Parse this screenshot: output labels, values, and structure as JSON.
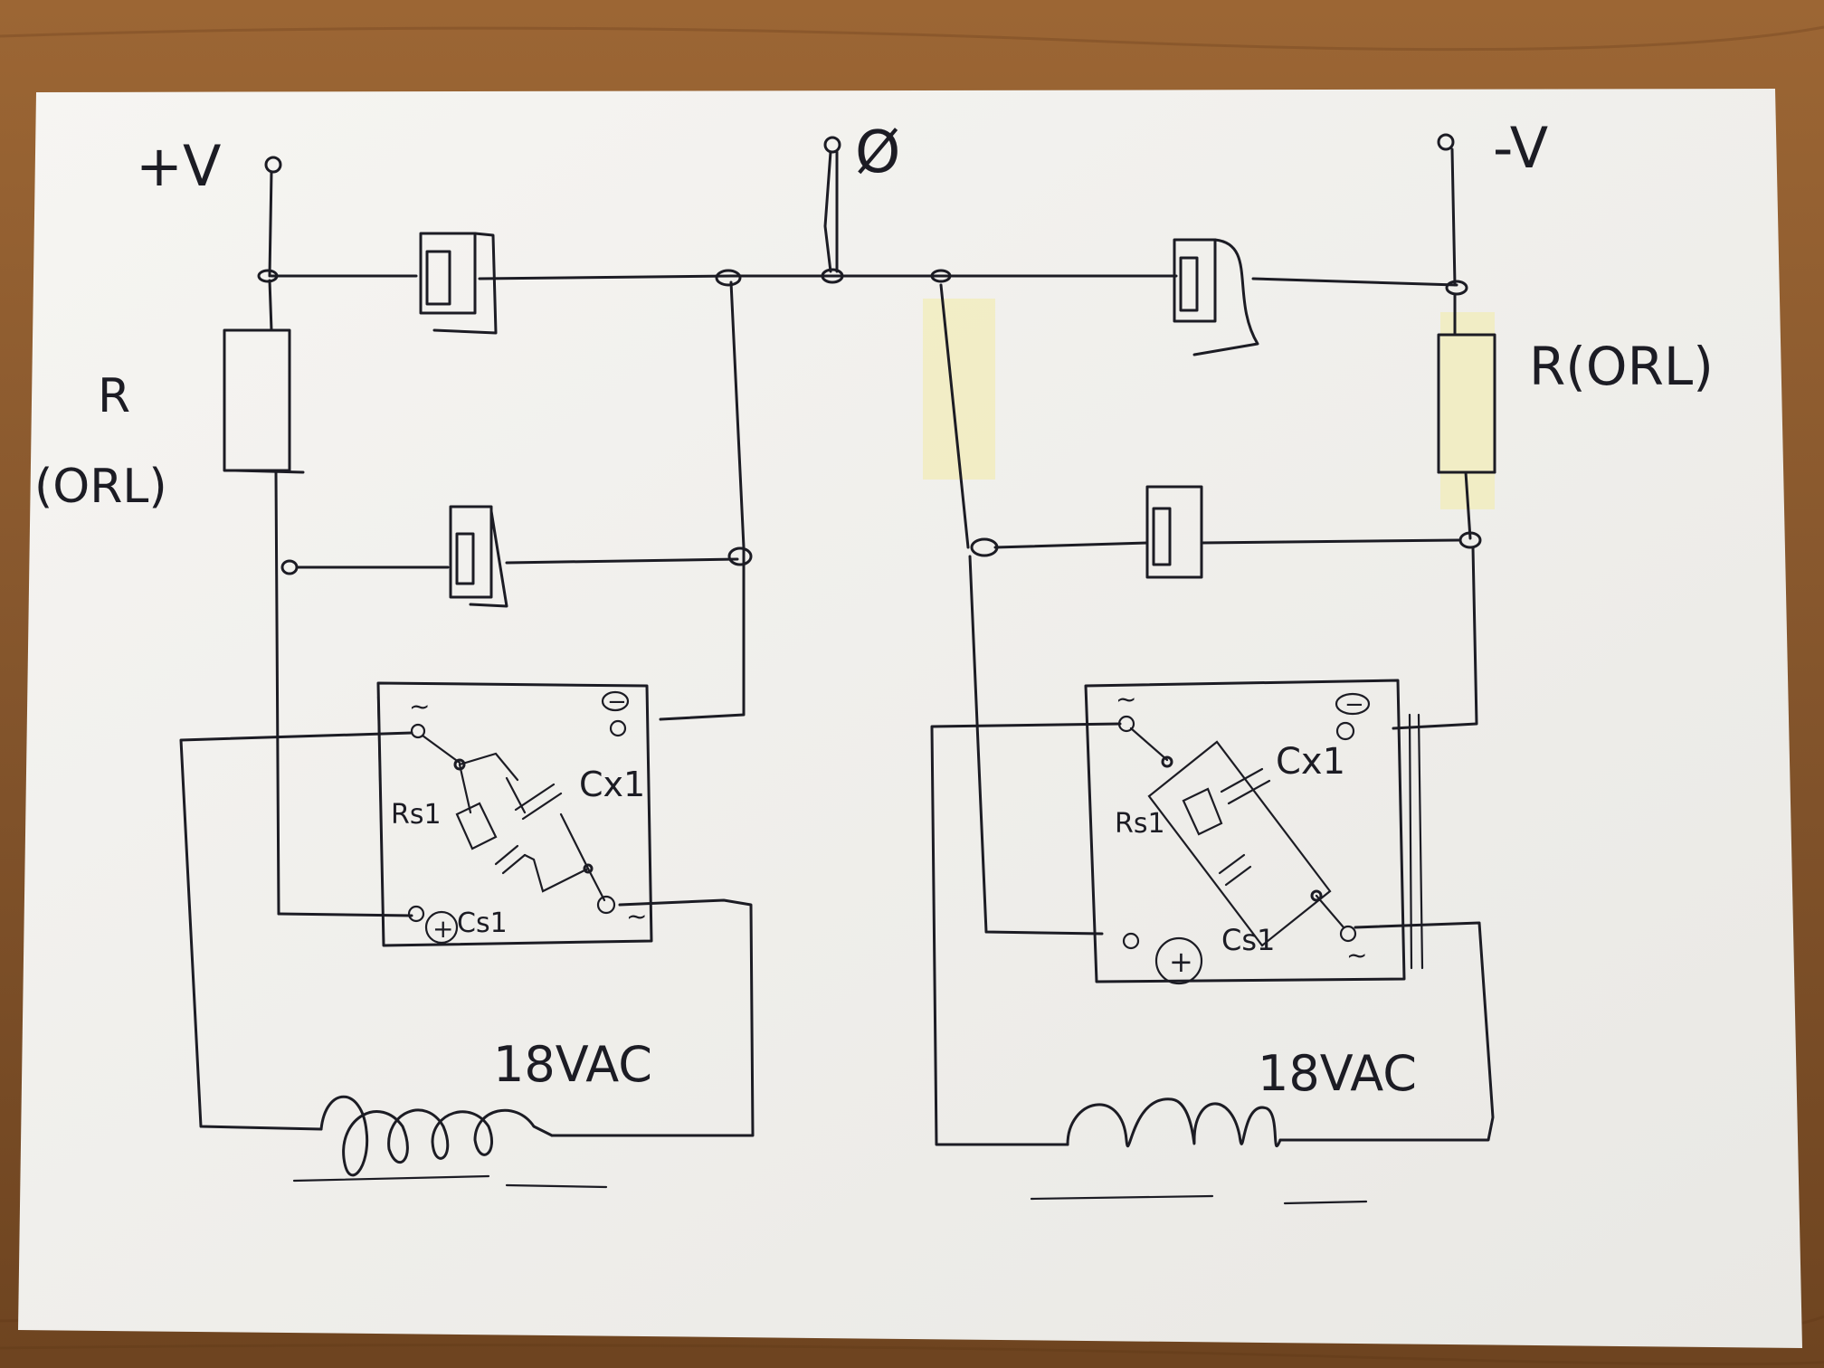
{
  "labels": {
    "plus_v": "+V",
    "minus_v": "-V",
    "ground": "Ø",
    "left_r_top": "R",
    "left_r_bottom": "(ORL)",
    "right_r": "R(ORL)",
    "left_transformer": "18VAC",
    "right_transformer": "18VAC"
  },
  "left_rectifier": {
    "ac_top": "~",
    "ac_bottom": "~",
    "minus": "−",
    "plus": "+",
    "cap_x": "Cx1",
    "res_s": "Rs1",
    "cap_s": "Cs1"
  },
  "right_rectifier": {
    "ac_top": "~",
    "ac_bottom": "~",
    "minus": "−",
    "plus": "+",
    "cap_x": "Cx1",
    "res_s": "Rs1",
    "cap_s": "Cs1"
  },
  "colors": {
    "paper": "#f3f2ef",
    "ink": "#1c1c24",
    "tape": "#f1ecb8",
    "wood": "#8a5a30"
  }
}
